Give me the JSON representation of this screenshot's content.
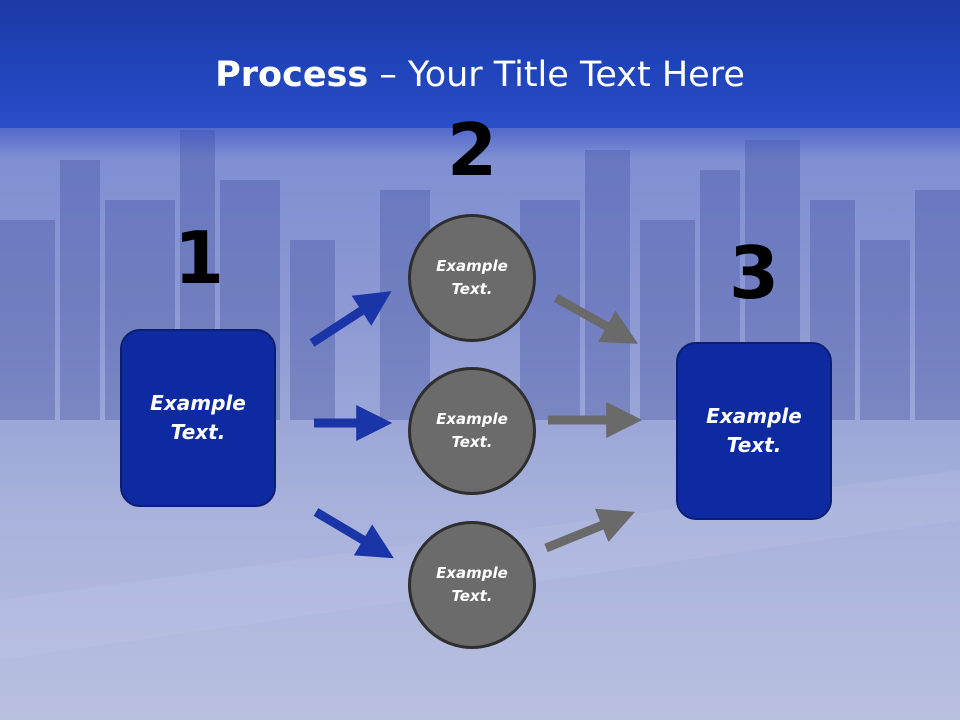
{
  "title": {
    "bold": "Process",
    "rest": " – Your Title Text Here"
  },
  "steps": [
    {
      "number": "1",
      "label_line1": "Example",
      "label_line2": "Text."
    },
    {
      "number": "2"
    },
    {
      "number": "3",
      "label_line1": "Example",
      "label_line2": "Text."
    }
  ],
  "circles": [
    {
      "label_line1": "Example",
      "label_line2": "Text."
    },
    {
      "label_line1": "Example",
      "label_line2": "Text."
    },
    {
      "label_line1": "Example",
      "label_line2": "Text."
    }
  ],
  "colors": {
    "header": "#2045bd",
    "box": "#0e2aa0",
    "circle": "#6b6b6b",
    "arrow_blue": "#1a35a8",
    "arrow_gray": "#6a6a6a"
  }
}
